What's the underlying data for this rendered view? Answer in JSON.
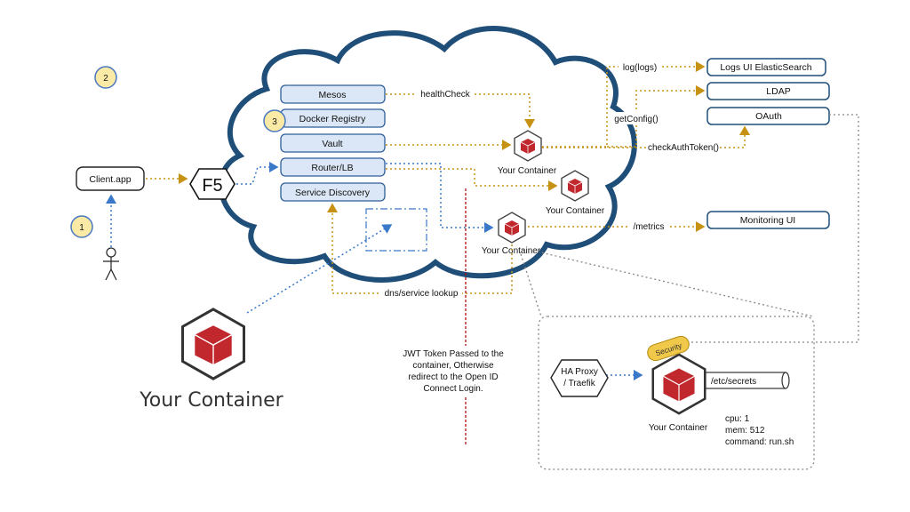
{
  "markers": [
    "1",
    "2",
    "3"
  ],
  "nodes": {
    "client": "Client.app",
    "f5": "F5",
    "cloud_services": [
      "Mesos",
      "Docker Registry",
      "Vault",
      "Router/LB",
      "Service Discovery"
    ],
    "right_services": [
      "Logs UI ElasticSearch",
      "LDAP",
      "OAuth",
      "Monitoring UI"
    ],
    "container_label": "Your Container",
    "ha_proxy_line1": "HA Proxy",
    "ha_proxy_line2": "/ Traefik",
    "secrets": "/etc/secrets",
    "security_badge": "Security"
  },
  "edges": {
    "health_check": "healthCheck",
    "log": "log(logs)",
    "get_config": "getConfig()",
    "check_auth": "checkAuthToken()",
    "metrics": "/metrics",
    "dns_lookup": "dns/service lookup"
  },
  "jwt_note": [
    "JWT Token Passed to the",
    "container, Otherwise",
    "redirect to the Open ID",
    "Connect Login."
  ],
  "container_spec": [
    "cpu: 1",
    "mem: 512",
    "command: run.sh"
  ],
  "colors": {
    "cloud_stroke": "#1f4e79",
    "service_fill": "#dbe7f6",
    "service_stroke": "#2e5f99",
    "gold_arrow": "#c69214",
    "blue_arrow": "#3a78c9",
    "red_cube": "#c0282e",
    "jwt_line": "#b01010",
    "marker_fill": "#fbe9a6",
    "marker_stroke": "#4a78c0"
  }
}
